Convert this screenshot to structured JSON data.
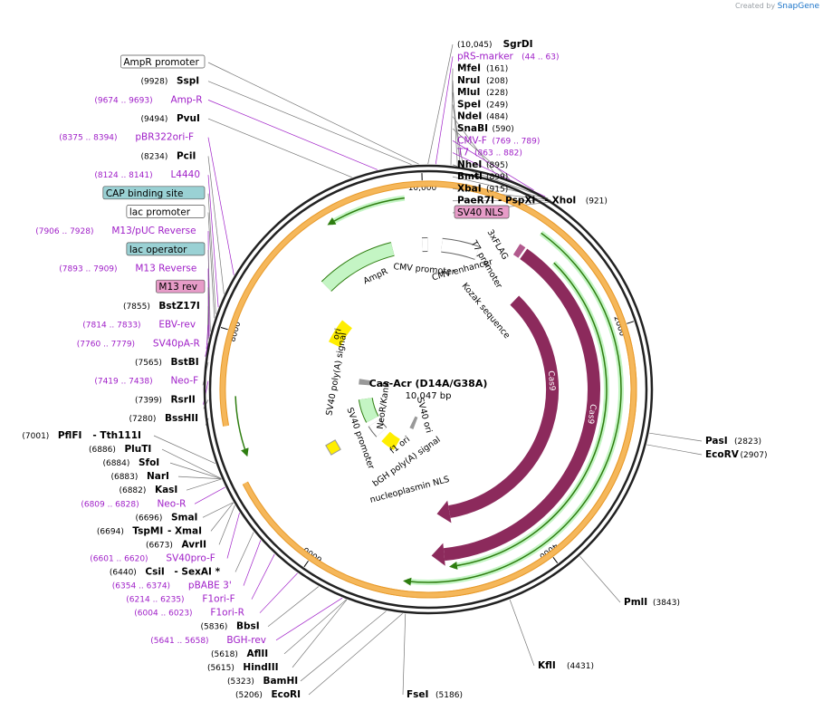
{
  "credit": {
    "prefix": "Created by",
    "brand": "SnapGene"
  },
  "plasmid": {
    "name": "Cas-Acr (D14A/G38A)",
    "length_label": "10,047 bp",
    "length": 10047
  },
  "colors": {
    "site": "#000000",
    "primer": "#a020c8",
    "cas9": "#8c2a5c",
    "green_arrow": "#c4f5c4",
    "yellow": "#ffee00",
    "orange": "#f5b75a",
    "teal": "#9ad1d4",
    "pink": "#e79cc8",
    "gray": "#999999"
  },
  "ticks": [
    {
      "label": "10,000",
      "pos": 10000
    },
    {
      "label": "2000",
      "pos": 2000
    },
    {
      "label": "4000",
      "pos": 4000
    },
    {
      "label": "6000",
      "pos": 6000
    },
    {
      "label": "8000",
      "pos": 8000
    }
  ],
  "right_labels": [
    {
      "parts": [
        {
          "t": "(10,045)",
          "k": "num"
        },
        {
          "t": "SgrDI",
          "k": "name"
        }
      ],
      "pos": 10045
    },
    {
      "parts": [
        {
          "t": "pRS-marker",
          "k": "primer"
        },
        {
          "t": "(44 .. 63)",
          "k": "primernum"
        }
      ],
      "pos": 53
    },
    {
      "parts": [
        {
          "t": "MfeI",
          "k": "name"
        },
        {
          "t": "(161)",
          "k": "num"
        }
      ],
      "pos": 161
    },
    {
      "parts": [
        {
          "t": "NruI",
          "k": "name"
        },
        {
          "t": "(208)",
          "k": "num"
        }
      ],
      "pos": 208
    },
    {
      "parts": [
        {
          "t": "MluI",
          "k": "name"
        },
        {
          "t": "(228)",
          "k": "num"
        }
      ],
      "pos": 228
    },
    {
      "parts": [
        {
          "t": "SpeI",
          "k": "name"
        },
        {
          "t": "(249)",
          "k": "num"
        }
      ],
      "pos": 249
    },
    {
      "parts": [
        {
          "t": "NdeI",
          "k": "name"
        },
        {
          "t": "(484)",
          "k": "num"
        }
      ],
      "pos": 484
    },
    {
      "parts": [
        {
          "t": "SnaBI",
          "k": "name"
        },
        {
          "t": "(590)",
          "k": "num"
        }
      ],
      "pos": 590
    },
    {
      "parts": [
        {
          "t": "CMV-F",
          "k": "primer"
        },
        {
          "t": "(769 .. 789)",
          "k": "primernum"
        }
      ],
      "pos": 779
    },
    {
      "parts": [
        {
          "t": "T7",
          "k": "primer"
        },
        {
          "t": "(863 .. 882)",
          "k": "primernum"
        }
      ],
      "pos": 872
    },
    {
      "parts": [
        {
          "t": "NheI",
          "k": "name"
        },
        {
          "t": "(895)",
          "k": "num"
        }
      ],
      "pos": 895
    },
    {
      "parts": [
        {
          "t": "BmtI",
          "k": "name"
        },
        {
          "t": "(899)",
          "k": "num"
        }
      ],
      "pos": 899
    },
    {
      "parts": [
        {
          "t": "XbaI",
          "k": "name"
        },
        {
          "t": "(915)",
          "k": "num"
        }
      ],
      "pos": 915
    },
    {
      "parts": [
        {
          "t": "PaeR7I",
          "k": "name"
        },
        {
          "t": "- PspXI",
          "k": "name"
        },
        {
          "t": "- XhoI",
          "k": "name"
        },
        {
          "t": "(921)",
          "k": "num"
        }
      ],
      "pos": 921
    },
    {
      "parts": [
        {
          "t": "SV40 NLS",
          "k": "box",
          "c": "pink"
        }
      ],
      "pos": 940
    },
    {
      "parts": [
        {
          "t": "PasI",
          "k": "name"
        },
        {
          "t": "(2823)",
          "k": "num"
        }
      ],
      "pos": 2823
    },
    {
      "parts": [
        {
          "t": "EcoRV",
          "k": "name"
        },
        {
          "t": "(2907)",
          "k": "num"
        }
      ],
      "pos": 2907
    },
    {
      "parts": [
        {
          "t": "PmlI",
          "k": "name"
        },
        {
          "t": "(3843)",
          "k": "num"
        }
      ],
      "pos": 3843
    },
    {
      "parts": [
        {
          "t": "KflI",
          "k": "name"
        },
        {
          "t": "(4431)",
          "k": "num"
        }
      ],
      "pos": 4431
    },
    {
      "parts": [
        {
          "t": "FseI",
          "k": "name"
        },
        {
          "t": "(5186)",
          "k": "num"
        }
      ],
      "pos": 5186
    }
  ],
  "left_labels": [
    {
      "parts": [
        {
          "t": "AmpR promoter",
          "k": "box",
          "c": "white"
        }
      ],
      "pos": 9980
    },
    {
      "parts": [
        {
          "t": "(9928)",
          "k": "num"
        },
        {
          "t": "SspI",
          "k": "name"
        }
      ],
      "pos": 9928
    },
    {
      "parts": [
        {
          "t": "(9674 .. 9693)",
          "k": "primernum"
        },
        {
          "t": "Amp-R",
          "k": "primer"
        }
      ],
      "pos": 9684
    },
    {
      "parts": [
        {
          "t": "(9494)",
          "k": "num"
        },
        {
          "t": "PvuI",
          "k": "name"
        }
      ],
      "pos": 9494
    },
    {
      "parts": [
        {
          "t": "(8375 .. 8394)",
          "k": "primernum"
        },
        {
          "t": "pBR322ori-F",
          "k": "primer"
        }
      ],
      "pos": 8385
    },
    {
      "parts": [
        {
          "t": "(8234)",
          "k": "num"
        },
        {
          "t": "PciI",
          "k": "name"
        }
      ],
      "pos": 8234
    },
    {
      "parts": [
        {
          "t": "(8124 .. 8141)",
          "k": "primernum"
        },
        {
          "t": "L4440",
          "k": "primer"
        }
      ],
      "pos": 8132
    },
    {
      "parts": [
        {
          "t": "CAP binding site",
          "k": "box",
          "c": "teal"
        }
      ],
      "pos": 8080
    },
    {
      "parts": [
        {
          "t": "lac promoter",
          "k": "box",
          "c": "white"
        }
      ],
      "pos": 8050
    },
    {
      "parts": [
        {
          "t": "(7906 .. 7928)",
          "k": "primernum"
        },
        {
          "t": "M13/pUC Reverse",
          "k": "primer"
        }
      ],
      "pos": 7917
    },
    {
      "parts": [
        {
          "t": "lac operator",
          "k": "box",
          "c": "teal"
        }
      ],
      "pos": 7950
    },
    {
      "parts": [
        {
          "t": "(7893 .. 7909)",
          "k": "primernum"
        },
        {
          "t": "M13 Reverse",
          "k": "primer"
        }
      ],
      "pos": 7901
    },
    {
      "parts": [
        {
          "t": "M13 rev",
          "k": "box",
          "c": "pink"
        }
      ],
      "pos": 7890
    },
    {
      "parts": [
        {
          "t": "(7855)",
          "k": "num"
        },
        {
          "t": "BstZ17I",
          "k": "name"
        }
      ],
      "pos": 7855
    },
    {
      "parts": [
        {
          "t": "(7814 .. 7833)",
          "k": "primernum"
        },
        {
          "t": "EBV-rev",
          "k": "primer"
        }
      ],
      "pos": 7823
    },
    {
      "parts": [
        {
          "t": "(7760 .. 7779)",
          "k": "primernum"
        },
        {
          "t": "SV40pA-R",
          "k": "primer"
        }
      ],
      "pos": 7769
    },
    {
      "parts": [
        {
          "t": "(7565)",
          "k": "num"
        },
        {
          "t": "BstBI",
          "k": "name"
        }
      ],
      "pos": 7565
    },
    {
      "parts": [
        {
          "t": "(7419 .. 7438)",
          "k": "primernum"
        },
        {
          "t": "Neo-F",
          "k": "primer"
        }
      ],
      "pos": 7428
    },
    {
      "parts": [
        {
          "t": "(7399)",
          "k": "num"
        },
        {
          "t": "RsrII",
          "k": "name"
        }
      ],
      "pos": 7399
    },
    {
      "parts": [
        {
          "t": "(7280)",
          "k": "num"
        },
        {
          "t": "BssHII",
          "k": "name"
        }
      ],
      "pos": 7280
    },
    {
      "parts": [
        {
          "t": "(7001)",
          "k": "num"
        },
        {
          "t": "PflFI",
          "k": "name"
        },
        {
          "t": "- Tth111I",
          "k": "name"
        }
      ],
      "pos": 7001
    },
    {
      "parts": [
        {
          "t": "(6886)",
          "k": "num"
        },
        {
          "t": "PluTI",
          "k": "name"
        }
      ],
      "pos": 6886
    },
    {
      "parts": [
        {
          "t": "(6884)",
          "k": "num"
        },
        {
          "t": "SfoI",
          "k": "name"
        }
      ],
      "pos": 6884
    },
    {
      "parts": [
        {
          "t": "(6883)",
          "k": "num"
        },
        {
          "t": "NarI",
          "k": "name"
        }
      ],
      "pos": 6883
    },
    {
      "parts": [
        {
          "t": "(6882)",
          "k": "num"
        },
        {
          "t": "KasI",
          "k": "name"
        }
      ],
      "pos": 6882
    },
    {
      "parts": [
        {
          "t": "(6809 .. 6828)",
          "k": "primernum"
        },
        {
          "t": "Neo-R",
          "k": "primer"
        }
      ],
      "pos": 6818
    },
    {
      "parts": [
        {
          "t": "(6696)",
          "k": "num"
        },
        {
          "t": "SmaI",
          "k": "name"
        }
      ],
      "pos": 6696
    },
    {
      "parts": [
        {
          "t": "(6694)",
          "k": "num"
        },
        {
          "t": "TspMI",
          "k": "name"
        },
        {
          "t": "- XmaI",
          "k": "name"
        }
      ],
      "pos": 6694
    },
    {
      "parts": [
        {
          "t": "(6673)",
          "k": "num"
        },
        {
          "t": "AvrII",
          "k": "name"
        }
      ],
      "pos": 6673
    },
    {
      "parts": [
        {
          "t": "(6601 .. 6620)",
          "k": "primernum"
        },
        {
          "t": "SV40pro-F",
          "k": "primer"
        }
      ],
      "pos": 6610
    },
    {
      "parts": [
        {
          "t": "(6440)",
          "k": "num"
        },
        {
          "t": "CsiI",
          "k": "name"
        },
        {
          "t": "- SexAI *",
          "k": "name"
        }
      ],
      "pos": 6440
    },
    {
      "parts": [
        {
          "t": "(6354 .. 6374)",
          "k": "primernum"
        },
        {
          "t": "pBABE 3'",
          "k": "primer"
        }
      ],
      "pos": 6364
    },
    {
      "parts": [
        {
          "t": "(6214 .. 6235)",
          "k": "primernum"
        },
        {
          "t": "F1ori-F",
          "k": "primer"
        }
      ],
      "pos": 6224
    },
    {
      "parts": [
        {
          "t": "(6004 .. 6023)",
          "k": "primernum"
        },
        {
          "t": "F1ori-R",
          "k": "primer"
        }
      ],
      "pos": 6013
    },
    {
      "parts": [
        {
          "t": "(5836)",
          "k": "num"
        },
        {
          "t": "BbsI",
          "k": "name"
        }
      ],
      "pos": 5836
    },
    {
      "parts": [
        {
          "t": "(5641 .. 5658)",
          "k": "primernum"
        },
        {
          "t": "BGH-rev",
          "k": "primer"
        }
      ],
      "pos": 5649
    },
    {
      "parts": [
        {
          "t": "(5618)",
          "k": "num"
        },
        {
          "t": "AflII",
          "k": "name"
        }
      ],
      "pos": 5618
    },
    {
      "parts": [
        {
          "t": "(5615)",
          "k": "num"
        },
        {
          "t": "HindIII",
          "k": "name"
        }
      ],
      "pos": 5615
    },
    {
      "parts": [
        {
          "t": "(5323)",
          "k": "num"
        },
        {
          "t": "BamHI",
          "k": "name"
        }
      ],
      "pos": 5323
    },
    {
      "parts": [
        {
          "t": "(5206)",
          "k": "num"
        },
        {
          "t": "EcoRI",
          "k": "name"
        }
      ],
      "pos": 5206
    }
  ],
  "features": [
    {
      "name": "Cas9",
      "label": "Cas9",
      "start": 960,
      "end": 5150,
      "lane": "outer",
      "color": "#8c2a5c"
    },
    {
      "name": "Cas9-inner",
      "label": "Cas9",
      "start": 1150,
      "end": 4950,
      "lane": "inner",
      "color": "#8c2a5c"
    },
    {
      "name": "AmpR",
      "label": "AmpR",
      "start": 9750,
      "end": 8900,
      "lane": "mid",
      "color": "#c4f5c4"
    },
    {
      "name": "ori",
      "label": "ori",
      "start": 8750,
      "end": 8200,
      "lane": "inner",
      "color": "#ffee00"
    }
  ],
  "inner_labels": [
    "CMV enhancer",
    "CMV promoter",
    "T7 promoter",
    "3xFLAG",
    "Kozak sequence",
    "AmpR",
    "ori",
    "SV40 poly(A) signal",
    "NeoR/KanR",
    "SV40 promoter",
    "SV40 ori",
    "f1 ori",
    "bGH poly(A) signal",
    "nucleoplasmin NLS"
  ]
}
